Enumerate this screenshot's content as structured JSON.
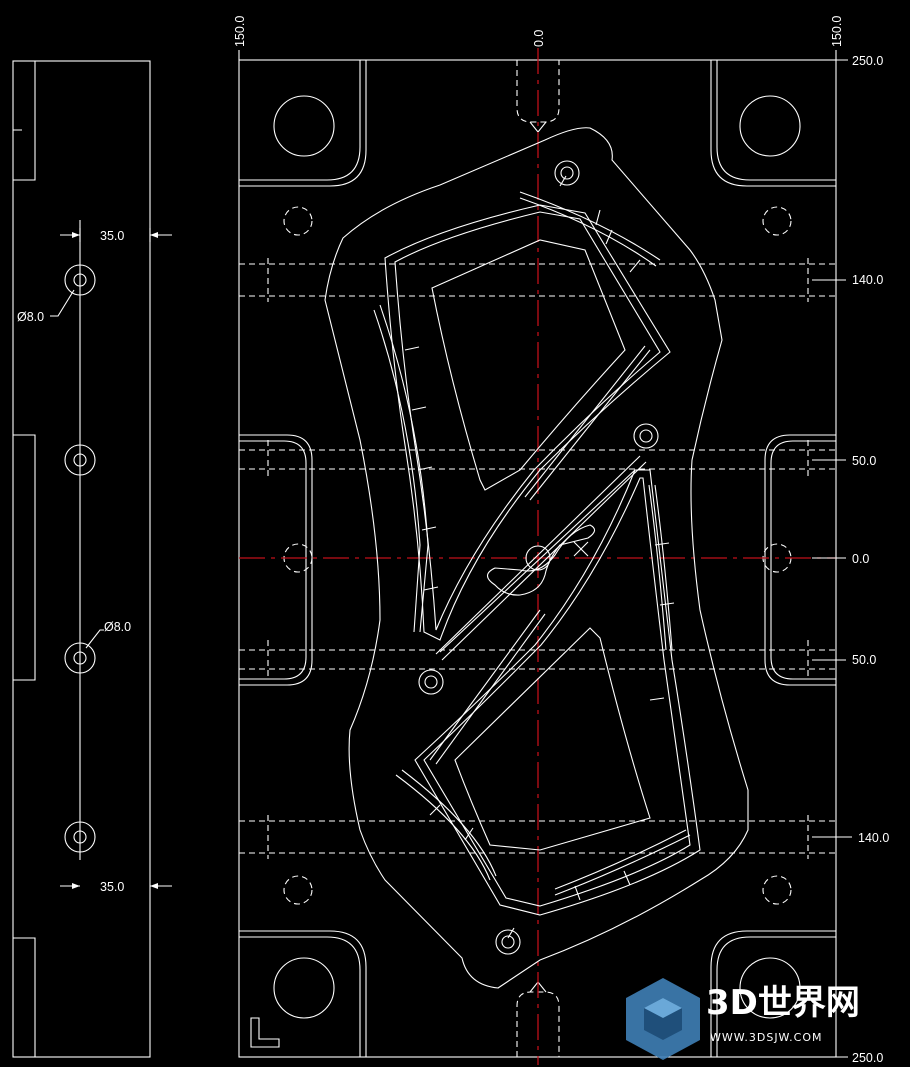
{
  "side_view": {
    "dim_top": "35.0",
    "dim_bottom": "35.0",
    "dia_top": "Ø8.0",
    "dia_mid": "Ø8.0"
  },
  "axis_labels": {
    "top_left": "150.0",
    "top_center": "0.0",
    "top_right": "150.0",
    "right_top": "250.0",
    "right_140_top": "140.0",
    "right_50_top": "50.0",
    "right_zero": "0.0",
    "right_50_bottom": "50.0",
    "right_140_bottom": "140.0",
    "right_bottom": "250.0"
  },
  "watermark": {
    "brand": "3D世界网",
    "url": "WWW.3DSJW.COM"
  }
}
